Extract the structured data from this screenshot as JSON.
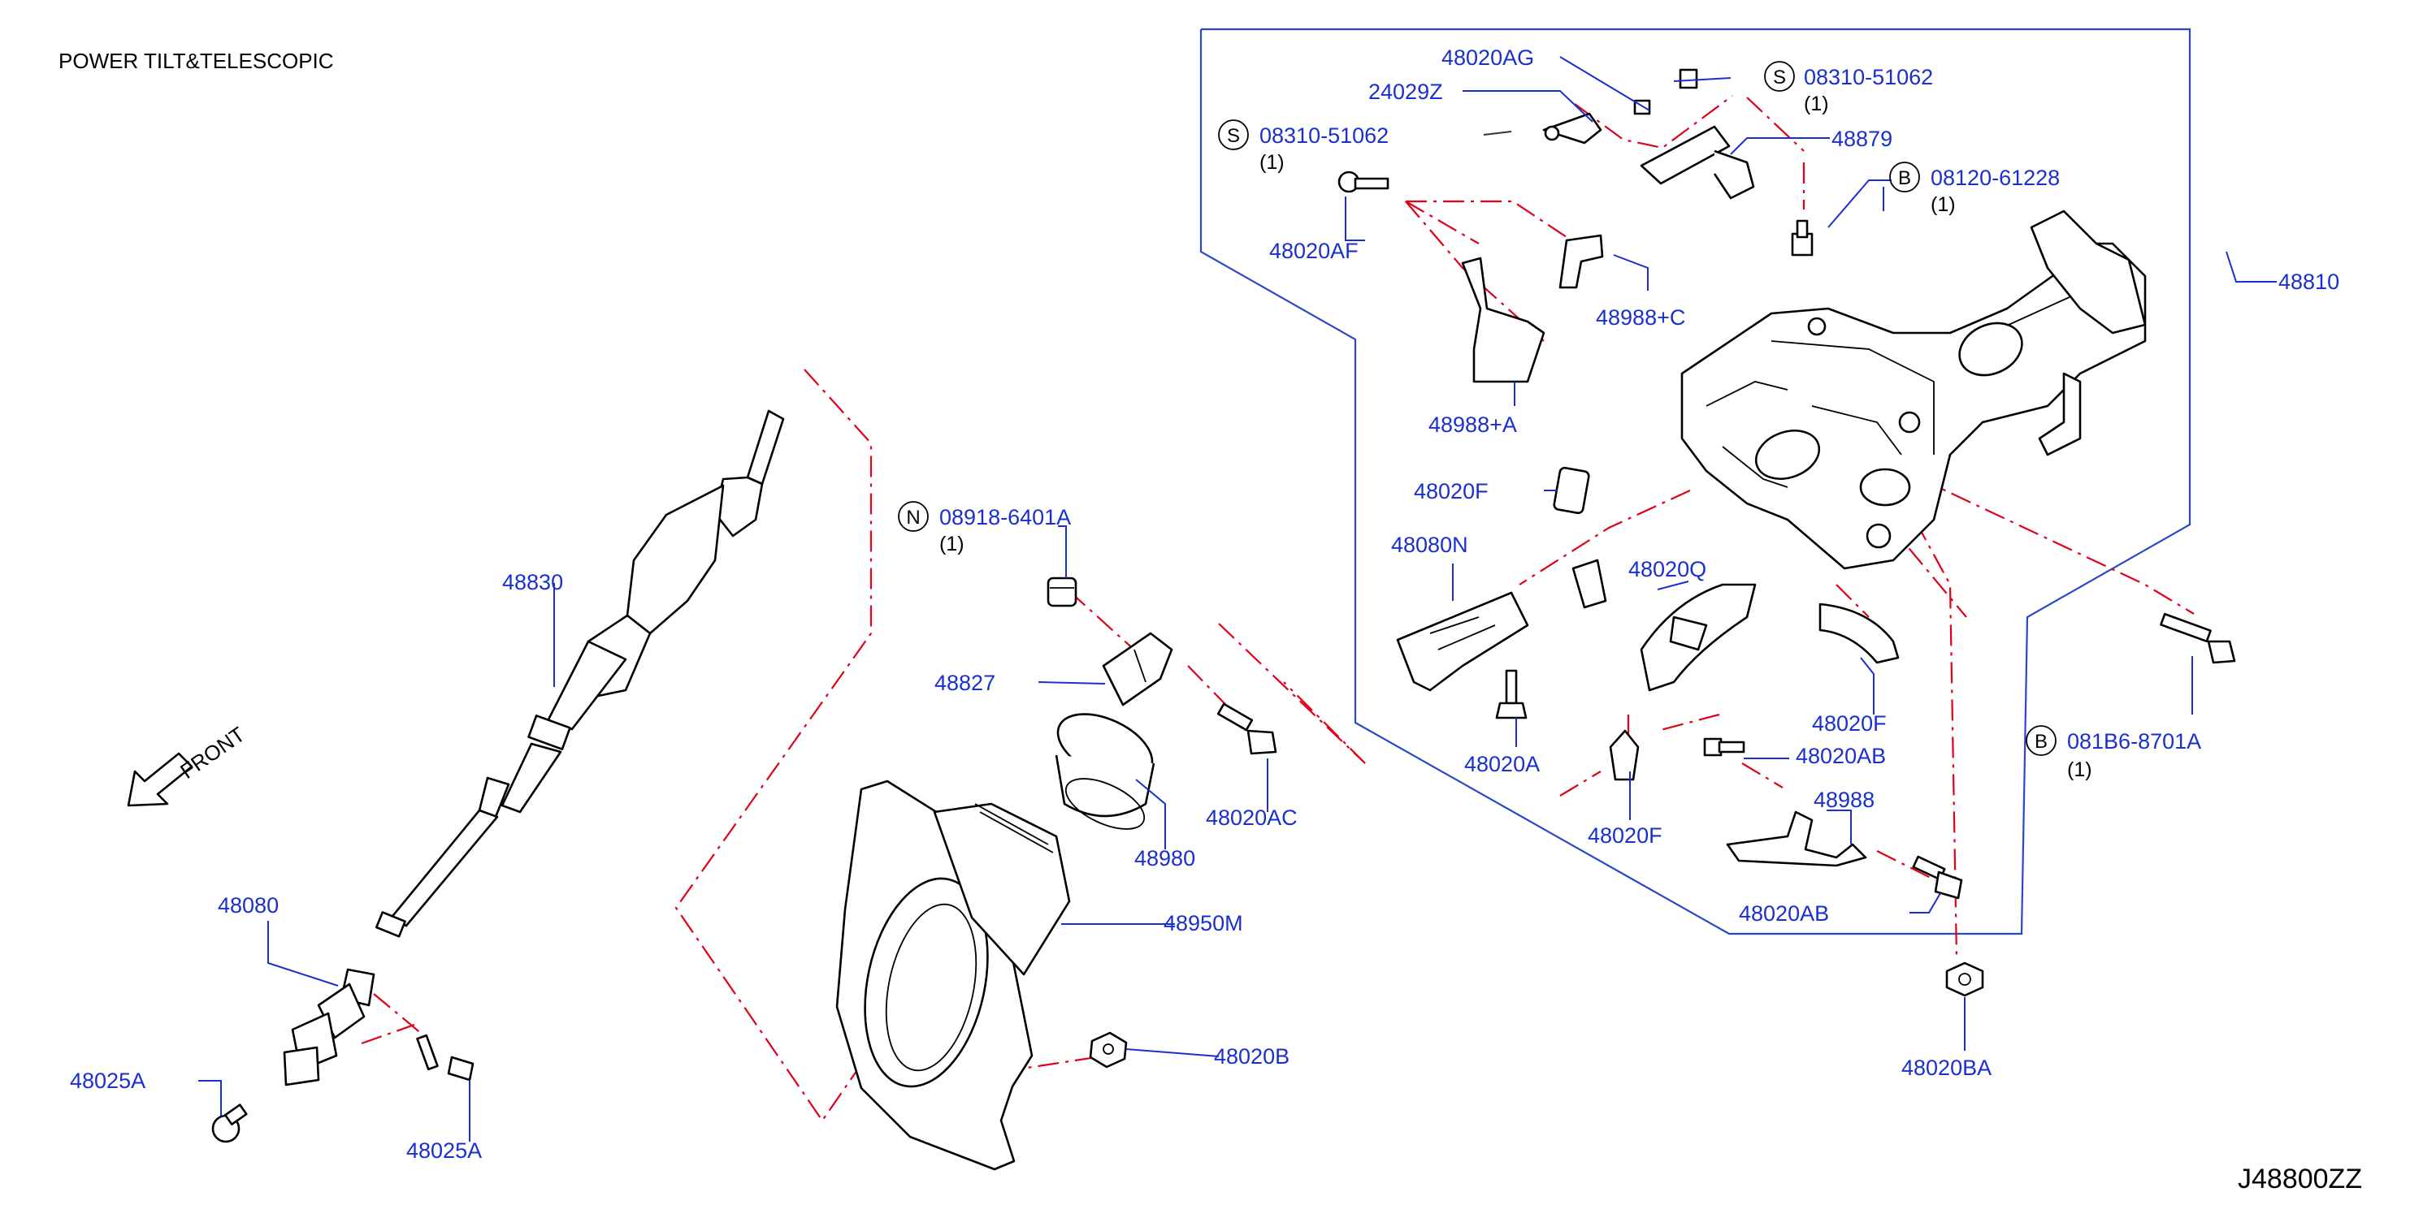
{
  "header": {
    "title": "POWER   TILT&TELESCOPIC"
  },
  "diagram_code": "J48800ZZ",
  "front_label": "FRONT",
  "callouts": {
    "p48020AG": "48020AG",
    "p24029Z": "24029Z",
    "p48879": "48879",
    "p48020AF": "48020AF",
    "p48988C": "48988+C",
    "p48988A": "48988+A",
    "p48810": "48810",
    "p48020F_top": "48020F",
    "p48080N": "48080N",
    "p48020Q": "48020Q",
    "p48020F_right": "48020F",
    "p48020A": "48020A",
    "p48020AB_top": "48020AB",
    "p48988": "48988",
    "p48020F_bottom": "48020F",
    "p48020AB_bottom": "48020AB",
    "p48020BA": "48020BA",
    "p48830": "48830",
    "p48827": "48827",
    "p48020AC": "48020AC",
    "p48980": "48980",
    "p48950M": "48950M",
    "p48020B": "48020B",
    "p48080": "48080",
    "p48025A_left": "48025A",
    "p48025A_bottom": "48025A"
  },
  "fasteners": {
    "s1": {
      "symbol": "S",
      "part": "08310-51062",
      "qty": "(1)"
    },
    "s2": {
      "symbol": "S",
      "part": "08310-51062",
      "qty": "(1)"
    },
    "b1": {
      "symbol": "B",
      "part": "08120-61228",
      "qty": "(1)"
    },
    "b2": {
      "symbol": "B",
      "part": "081B6-8701A",
      "qty": "(1)"
    },
    "n1": {
      "symbol": "N",
      "part": "08918-6401A",
      "qty": "(1)"
    }
  },
  "colors": {
    "label": "#1a2fd0",
    "leader": "#1a2fd0",
    "phantom_line": "#e0001a",
    "group_box": "#2a47c9",
    "part_outline": "#000000"
  },
  "icons": {
    "front_arrow": "arrow-down-left-outline",
    "fastener_badge": "circled-letter"
  }
}
